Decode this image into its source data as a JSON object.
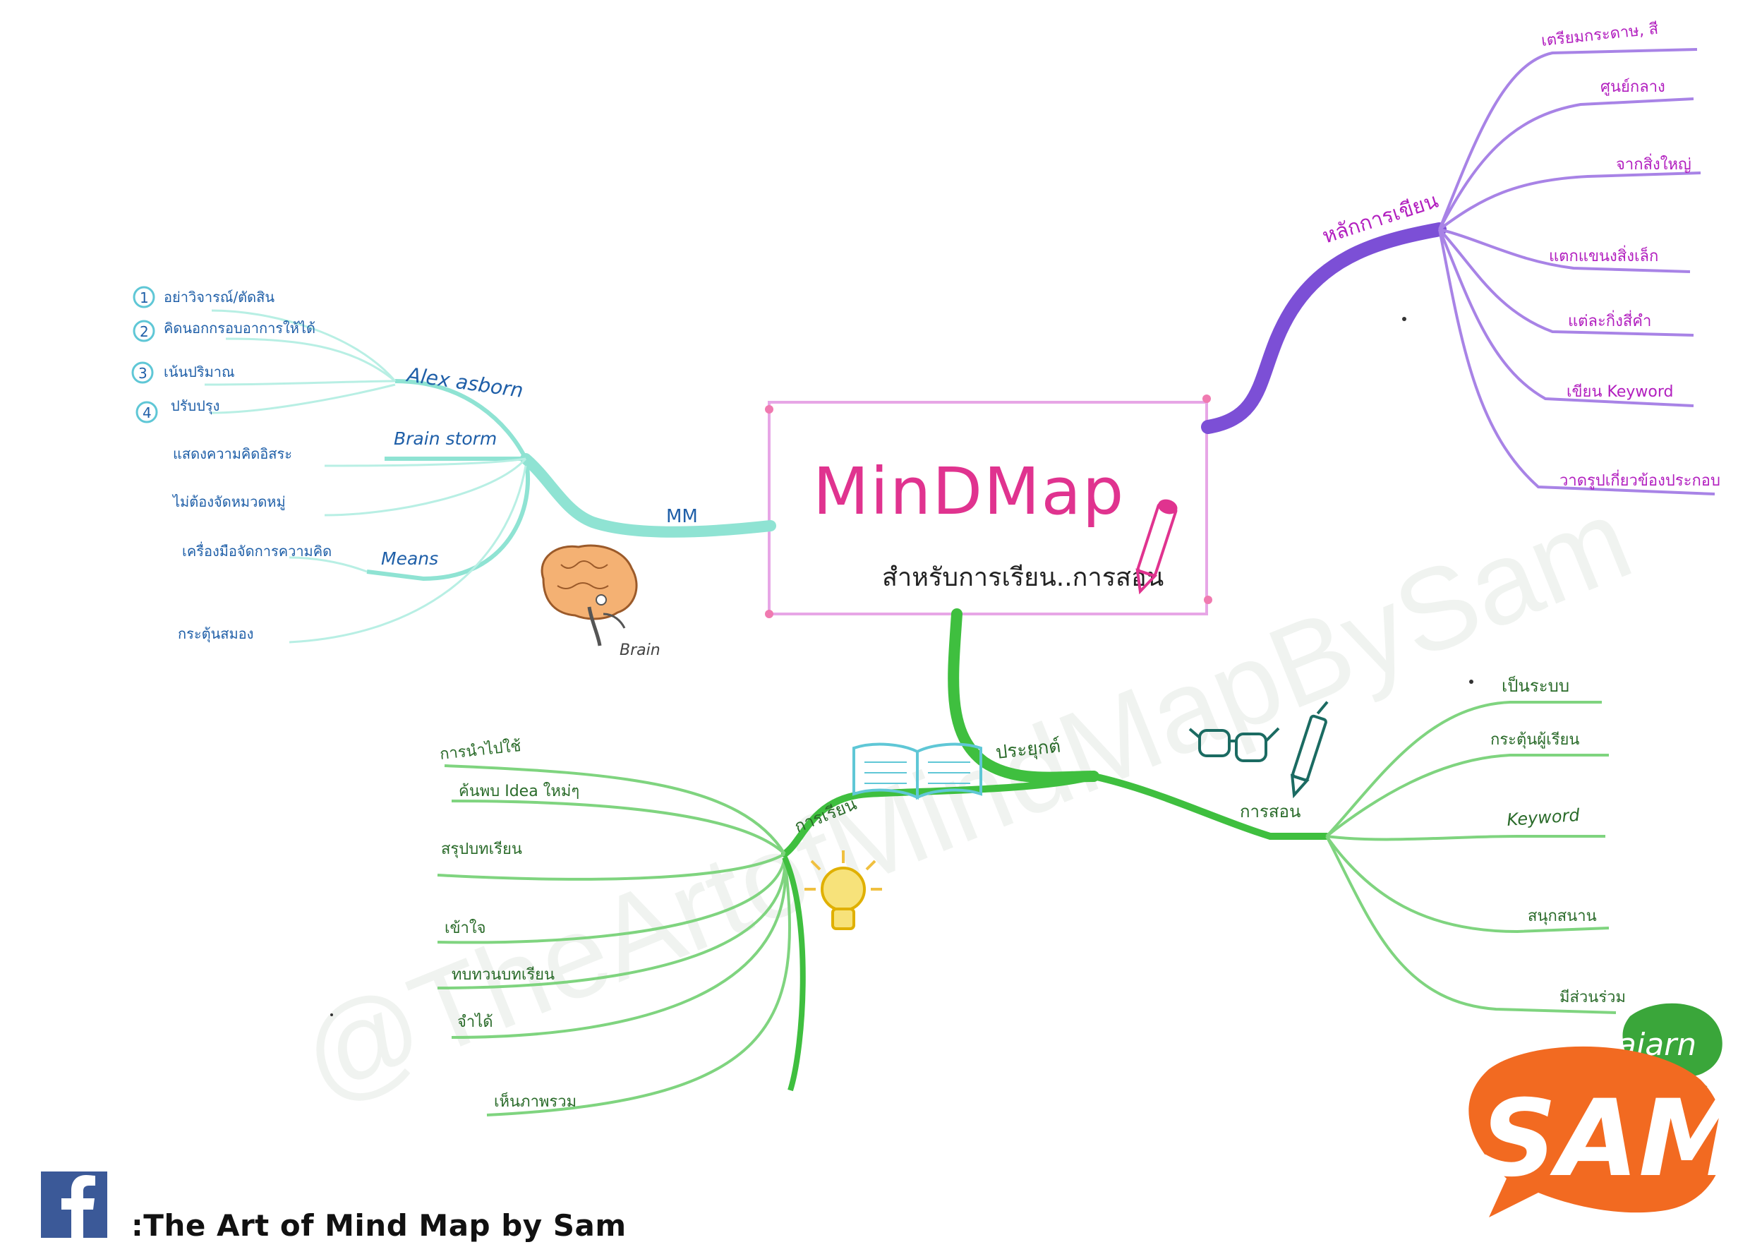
{
  "central": {
    "title": "MinDMap",
    "subtitle": "สำหรับการเรียน..การสอน"
  },
  "watermark": "@TheArtofMindMapBySam",
  "branches": {
    "mm": {
      "label": "MM",
      "sub": [
        {
          "label": "Alex asborn",
          "items": [
            "อย่าวิจารณ์/ตัดสิน",
            "คิดนอกกรอบอาการให้ได้",
            "เน้นปริมาณ",
            "ปรับปรุง"
          ],
          "numbers": [
            "1",
            "2",
            "3",
            "4"
          ]
        },
        {
          "label": "Brain storm",
          "items": [
            "แสดงความคิดอิสระ",
            "ไม่ต้องจัดหมวดหมู่"
          ]
        },
        {
          "label": "Means",
          "items": [
            "เครื่องมือจัดการความคิด",
            "กระตุ้นสมอง"
          ]
        }
      ],
      "brain_caption": "Brain"
    },
    "writing": {
      "label": "หลักการเขียน",
      "items": [
        "เตรียมกระดาษ, สี",
        "ศูนย์กลาง",
        "จากสิ่งใหญ่",
        "แตกแขนงสิ่งเล็ก",
        "แต่ละกิ่งสี่คำ",
        "เขียน Keyword",
        "วาดรูปเกี่ยวข้องประกอบ"
      ]
    },
    "apply": {
      "label": "ประยุกต์",
      "learning": {
        "label": "การเรียน",
        "items": [
          "การนำไปใช้",
          "ค้นพบ Idea ใหม่ๆ",
          "สรุปบทเรียน",
          "เข้าใจ",
          "ทบทวนบทเรียน",
          "จำได้",
          "เห็นภาพรวม"
        ]
      },
      "teaching": {
        "label": "การสอน",
        "items": [
          "เป็นระบบ",
          "กระตุ้นผู้เรียน",
          "Keyword",
          "สนุกสนาน",
          "มีส่วนร่วม"
        ]
      }
    }
  },
  "footer": {
    "text": ":The Art of Mind Map by Sam",
    "icon": "facebook-icon"
  },
  "logo": {
    "small": "ajarn",
    "big": "SAM"
  },
  "colors": {
    "purple": "#8a63d9",
    "purple_text": "#b21fbf",
    "green": "#3fbf3f",
    "green_text": "#2a6b2a",
    "cyan": "#8fe3d3",
    "blue_text": "#1f5fa8",
    "central_border": "#e8a5e8",
    "central_text": "#e0338f",
    "logo_orange": "#f26a21",
    "logo_green": "#3aa63a",
    "facebook": "#3b5998"
  }
}
